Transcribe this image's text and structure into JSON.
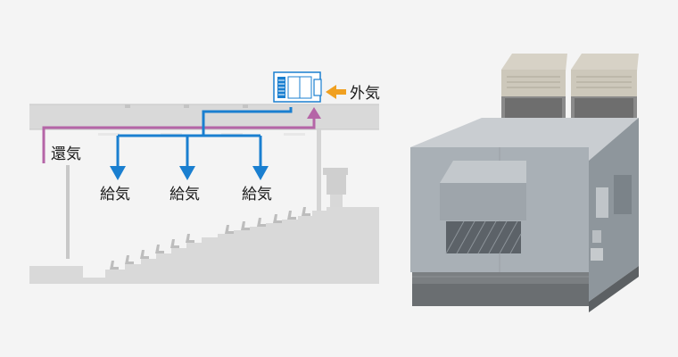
{
  "diagram": {
    "labels": {
      "outside_air": "外気",
      "return_air": "還気",
      "supply_air": [
        "給気",
        "給気",
        "給気"
      ]
    },
    "colors": {
      "background": "#f4f4f4",
      "building": "#d9d9d9",
      "supply_duct": "#1a7fd0",
      "return_duct": "#b565a7",
      "outside_air_arrow": "#f0a020",
      "unit_outline": "#1a7fd0"
    },
    "icons": {
      "air_handling_unit": "ahu-unit-icon",
      "seat": "theater-seat-icon",
      "projector": "projector-booth-icon"
    }
  },
  "photo": {
    "subject": "rooftop-air-handling-unit-photo"
  }
}
